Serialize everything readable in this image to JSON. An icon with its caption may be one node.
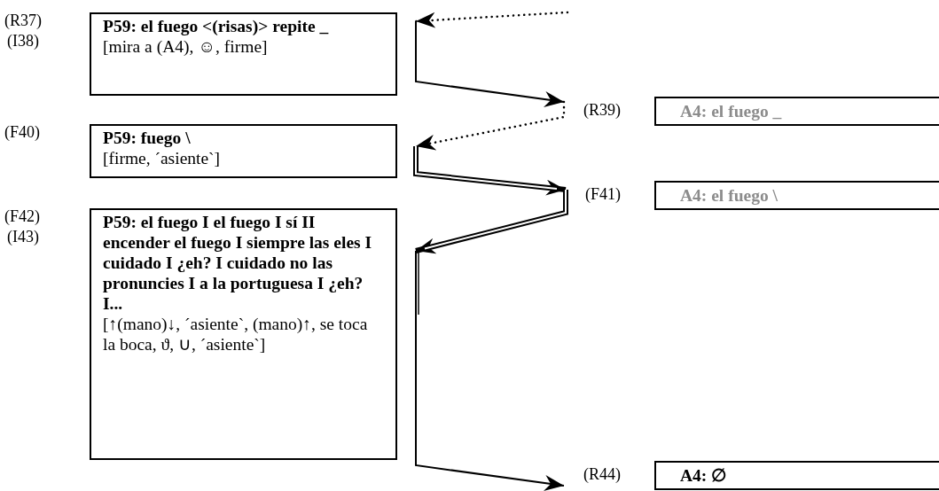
{
  "diagram": {
    "nodes": [
      {
        "text": [
          "P59: el fuego <(risas)> repite _",
          "[mira a (A4), ☺, firme]"
        ],
        "beside": [
          "(R37)",
          "(I38)"
        ]
      },
      {
        "text": [
          "A4: el fuego _"
        ],
        "beside": [
          "(R39)"
        ]
      },
      {
        "text": [
          "P59: fuego \\",
          "[firme, ´asiente`]"
        ],
        "beside": [
          "(F40)"
        ]
      },
      {
        "text": [
          "A4: el fuego \\"
        ],
        "beside": [
          "(F41)"
        ]
      },
      {
        "text": [
          "P59: el fuego I el fuego I sí II encender el fuego I siempre las eles I cuidado I ¿eh? I cuidado no las pronuncies I a la portuguesa I ¿eh? I...",
          "[↑(mano)↓, ´asiente`, (mano)↑, se toca la boca, ϑ, ∪, ´asiente`]"
        ],
        "beside": [
          "(F42)",
          "(I43)"
        ]
      },
      {
        "text": [
          "A4: ∅"
        ],
        "beside": [
          "(R44)"
        ]
      }
    ],
    "edges": [
      {
        "from": null,
        "to": 0,
        "arrow": "to",
        "style": "dashed"
      },
      {
        "from": 0,
        "to": 1,
        "arrow": "to"
      },
      {
        "from": 1,
        "to": 2,
        "arrow": "to",
        "style": "dashed"
      },
      {
        "from": 2,
        "to": 3,
        "arrow": "to",
        "style": "thick"
      },
      {
        "from": 3,
        "to": 4,
        "arrow": "to",
        "style": "thick"
      },
      {
        "from": 4,
        "to": 5,
        "arrow": "to"
      }
    ]
  }
}
